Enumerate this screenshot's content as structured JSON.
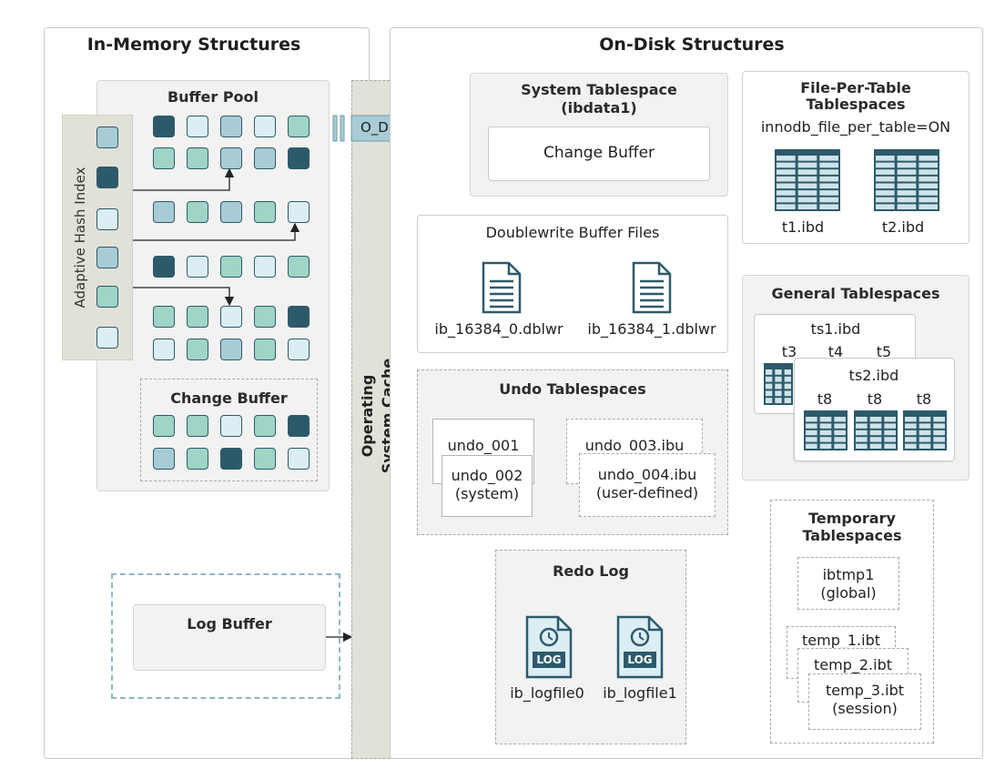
{
  "in_memory": {
    "title": "In-Memory Structures",
    "buffer_pool": "Buffer Pool",
    "adaptive_hash_index": "Adaptive Hash Index",
    "change_buffer": "Change Buffer",
    "log_buffer": "Log Buffer"
  },
  "os_cache": {
    "line1": "Operating",
    "line2": "System Cache",
    "o_direct": "O_DIRECT"
  },
  "on_disk": {
    "title": "On-Disk Structures",
    "system_tablespace": {
      "title1": "System Tablespace",
      "title2": "(ibdata1)",
      "change_buffer": "Change Buffer"
    },
    "file_per_table": {
      "title1": "File-Per-Table",
      "title2": "Tablespaces",
      "setting": "innodb_file_per_table=ON",
      "files": [
        "t1.ibd",
        "t2.ibd"
      ]
    },
    "doublewrite": {
      "title": "Doublewrite Buffer Files",
      "files": [
        "ib_16384_0.dblwr",
        "ib_16384_1.dblwr"
      ]
    },
    "general": {
      "title": "General Tablespaces",
      "ts1": "ts1.ibd",
      "ts1_tables": [
        "t3",
        "t4",
        "t5"
      ],
      "ts2": "ts2.ibd",
      "ts2_tables": [
        "t8",
        "t8",
        "t8"
      ]
    },
    "undo": {
      "title": "Undo Tablespaces",
      "u1": "undo_001",
      "u2a": "undo_002",
      "u2b": "(system)",
      "u3": "undo_003.ibu",
      "u4a": "undo_004.ibu",
      "u4b": "(user-defined)"
    },
    "temporary": {
      "title1": "Temporary",
      "title2": "Tablespaces",
      "ibtmp1a": "ibtmp1",
      "ibtmp1b": "(global)",
      "t1": "temp_1.ibt",
      "t2": "temp_2.ibt",
      "t3a": "temp_3.ibt",
      "t3b": "(session)"
    },
    "redo": {
      "title": "Redo Log",
      "badge": "LOG",
      "files": [
        "ib_logfile0",
        "ib_logfile1"
      ]
    }
  },
  "colors": {
    "dark": "#2d5a6a",
    "light": "#dbeef4",
    "blue": "#a8ccd6",
    "green": "#9fd4c6"
  }
}
